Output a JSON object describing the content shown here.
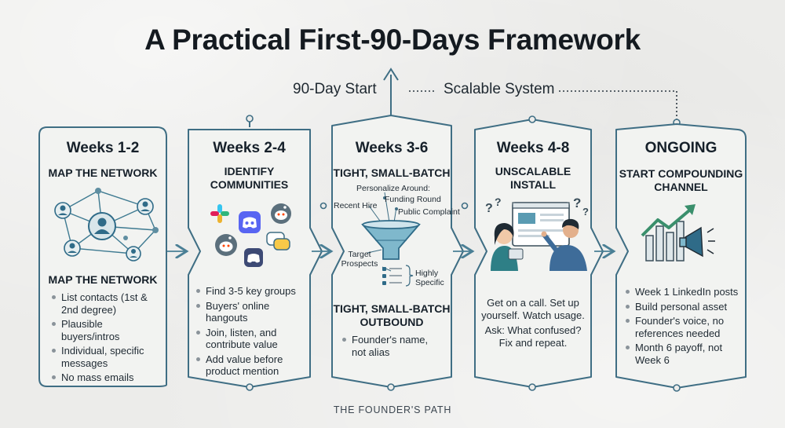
{
  "title": "A Practical First-90-Days Framework",
  "top": {
    "left_label": "90-Day Start",
    "right_label": "Scalable System"
  },
  "footer": "THE FOUNDER'S PATH",
  "colors": {
    "border": "#3f6e84",
    "accent": "#2f6b88",
    "arrow": "#4a7f95"
  },
  "stages": [
    {
      "week": "Weeks 1-2",
      "subtitle": "MAP THE NETWORK",
      "heading": "MAP THE NETWORK",
      "bullets": [
        "List contacts (1st & 2nd degree)",
        "Plausible buyers/intros",
        "Individual, specific messages",
        "No mass emails"
      ],
      "icon": "network-graph-icon"
    },
    {
      "week": "Weeks 2-4",
      "subtitle": "IDENTIFY COMMUNITIES",
      "bullets": [
        "Find 3-5 key groups",
        "Buyers' online hangouts",
        "Join, listen, and contribute value",
        "Add value before product mention"
      ],
      "icon": "community-apps-icon"
    },
    {
      "week": "Weeks 3-6",
      "subtitle": "TIGHT, SMALL-BATCH",
      "funnel": {
        "personalize_label": "Personalize Around:",
        "recent_hire": "Recent Hire",
        "funding_round": "Funding Round",
        "public_complaint": "Public Complaint",
        "target_prospects": "Target Prospects",
        "highly_specific": "Highly Specific"
      },
      "heading": "TIGHT, SMALL-BATCH OUTBOUND",
      "bullets": [
        "Founder's name, not alias"
      ],
      "icon": "funnel-icon"
    },
    {
      "week": "Weeks 4-8",
      "subtitle": "UNSCALABLE INSTALL",
      "text1": "Get on a call. Set up yourself. Watch usage.",
      "text2": "Ask: What confused? Fix and repeat.",
      "icon": "install-people-icon"
    },
    {
      "week": "ONGOING",
      "subtitle": "START COMPOUNDING CHANNEL",
      "bullets": [
        "Week 1 LinkedIn posts",
        "Build personal asset",
        "Founder's voice, no references needed",
        "Month 6 payoff, not Week 6"
      ],
      "icon": "growth-megaphone-icon"
    }
  ]
}
